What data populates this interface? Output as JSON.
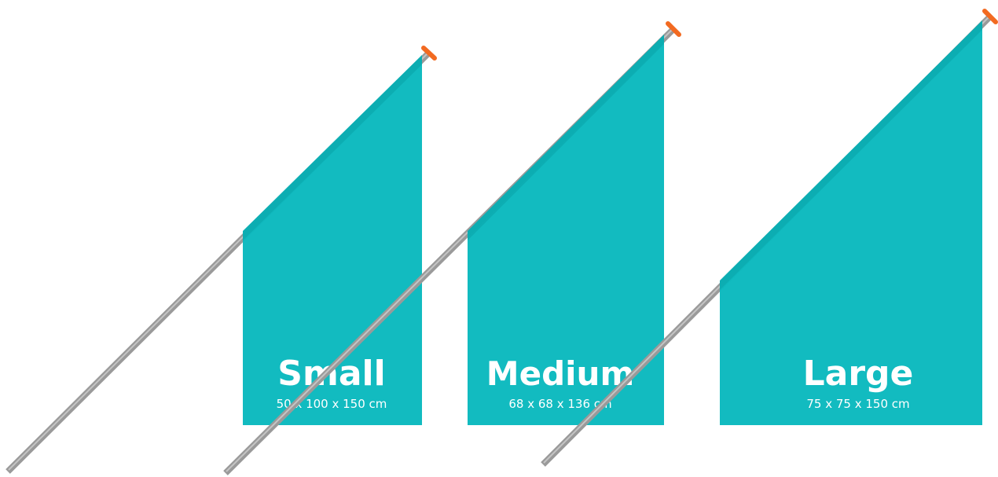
{
  "colors": {
    "flag": "#0ab9be",
    "pole": "#9a9a9a",
    "pole_highlight": "#c4c4c4",
    "cap": "#f26a21",
    "background": "#ffffff"
  },
  "flags": [
    {
      "title": "Small",
      "dimensions": "50 x 100 x 150 cm"
    },
    {
      "title": "Medium",
      "dimensions": "68 x 68 x 136 cm"
    },
    {
      "title": "Large",
      "dimensions": "75 x 75 x 150 cm"
    }
  ]
}
